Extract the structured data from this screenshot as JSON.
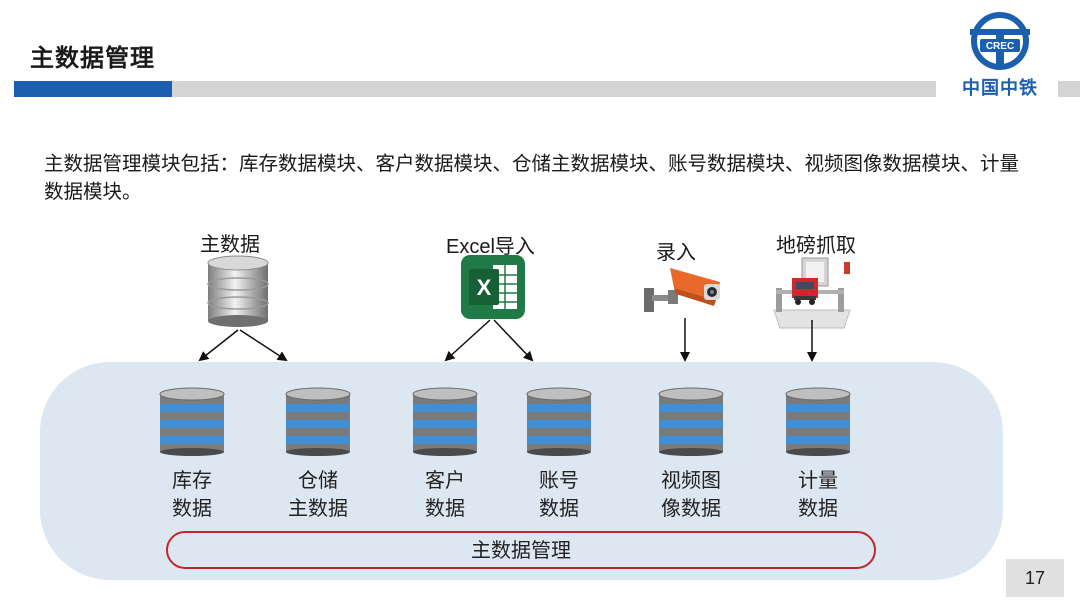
{
  "header": {
    "title": "主数据管理",
    "logo_name": "中国中铁",
    "logo_mark": "CREC"
  },
  "intro": {
    "text": "主数据管理模块包括：库存数据模块、客户数据模块、仓储主数据模块、账号数据模块、视频图像数据模块、计量数据模块。"
  },
  "sources": [
    {
      "label": "主数据",
      "icon": "database-silver-icon"
    },
    {
      "label": "Excel导入",
      "icon": "excel-icon"
    },
    {
      "label": "录入",
      "icon": "camera-icon"
    },
    {
      "label": "地磅抓取",
      "icon": "truck-scale-icon"
    }
  ],
  "databases": [
    {
      "line1": "库存",
      "line2": "数据"
    },
    {
      "line1": "仓储",
      "line2": "主数据"
    },
    {
      "line1": "客户",
      "line2": "数据"
    },
    {
      "line1": "账号",
      "line2": "数据"
    },
    {
      "line1": "视频图",
      "line2": "像数据"
    },
    {
      "line1": "计量",
      "line2": "数据"
    }
  ],
  "management_label": "主数据管理",
  "page_number": "17",
  "colors": {
    "brand_blue": "#1c5fae",
    "header_gray": "#d4d4d4",
    "panel_bg": "#dde7f1",
    "mgmt_border": "#c0262d",
    "excel_green": "#1f7a45",
    "camera_orange": "#e8692a"
  }
}
